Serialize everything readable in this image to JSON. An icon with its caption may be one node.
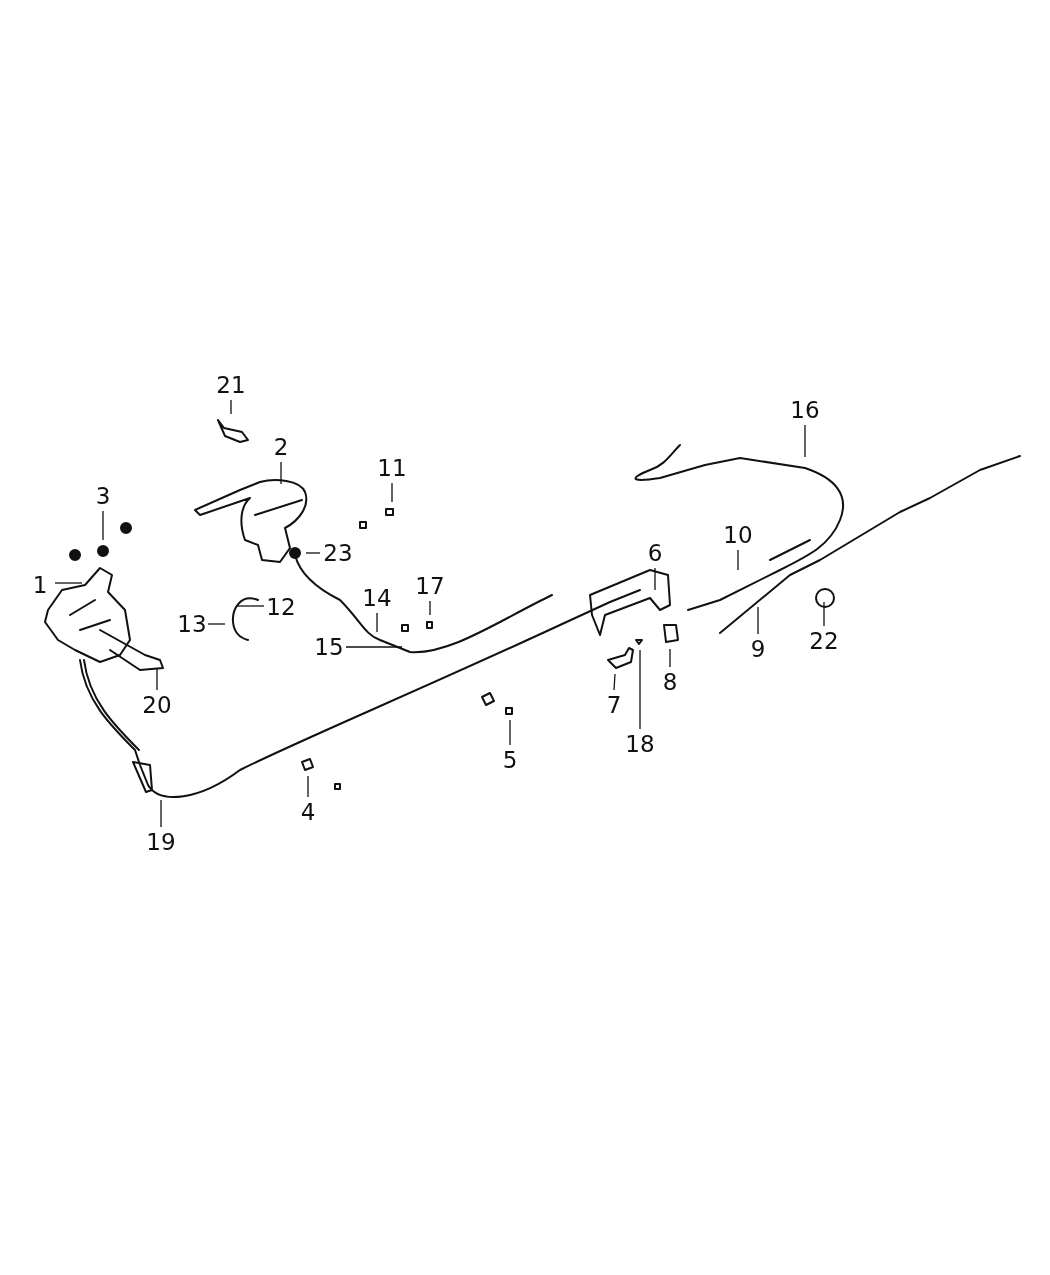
{
  "diagram": {
    "nodes": [
      {
        "text": [
          "21"
        ]
      },
      {
        "text": [
          "16"
        ]
      },
      {
        "text": [
          "2"
        ]
      },
      {
        "text": [
          "11"
        ]
      },
      {
        "text": [
          "3"
        ]
      },
      {
        "text": [
          "6"
        ]
      },
      {
        "text": [
          "10"
        ]
      },
      {
        "text": [
          "23"
        ]
      },
      {
        "text": [
          "1"
        ]
      },
      {
        "text": [
          "17"
        ]
      },
      {
        "text": [
          "14"
        ]
      },
      {
        "text": [
          "12"
        ]
      },
      {
        "text": [
          "13"
        ]
      },
      {
        "text": [
          "15"
        ]
      },
      {
        "text": [
          "9"
        ]
      },
      {
        "text": [
          "22"
        ]
      },
      {
        "text": [
          "20"
        ]
      },
      {
        "text": [
          "8"
        ]
      },
      {
        "text": [
          "7"
        ]
      },
      {
        "text": [
          "18"
        ]
      },
      {
        "text": [
          "5"
        ]
      },
      {
        "text": [
          "4"
        ]
      },
      {
        "text": [
          "19"
        ]
      }
    ],
    "edges": [
      {
        "from": 0,
        "to": null,
        "arrow": "none"
      },
      {
        "from": 1,
        "to": null,
        "arrow": "none"
      },
      {
        "from": 2,
        "to": null,
        "arrow": "none"
      },
      {
        "from": 3,
        "to": null,
        "arrow": "none"
      },
      {
        "from": 4,
        "to": null,
        "arrow": "none"
      },
      {
        "from": 5,
        "to": null,
        "arrow": "none"
      },
      {
        "from": 6,
        "to": null,
        "arrow": "none"
      },
      {
        "from": 7,
        "to": null,
        "arrow": "none"
      },
      {
        "from": 8,
        "to": null,
        "arrow": "none"
      },
      {
        "from": 9,
        "to": null,
        "arrow": "none"
      },
      {
        "from": 10,
        "to": null,
        "arrow": "none"
      },
      {
        "from": 11,
        "to": null,
        "arrow": "none"
      },
      {
        "from": 12,
        "to": null,
        "arrow": "none"
      },
      {
        "from": 13,
        "to": null,
        "arrow": "none"
      },
      {
        "from": 14,
        "to": null,
        "arrow": "none"
      },
      {
        "from": 15,
        "to": null,
        "arrow": "none"
      },
      {
        "from": 16,
        "to": null,
        "arrow": "none"
      },
      {
        "from": 17,
        "to": null,
        "arrow": "none"
      },
      {
        "from": 18,
        "to": null,
        "arrow": "none"
      },
      {
        "from": 19,
        "to": null,
        "arrow": "none"
      },
      {
        "from": 20,
        "to": null,
        "arrow": "none"
      },
      {
        "from": 21,
        "to": null,
        "arrow": "none"
      },
      {
        "from": 22,
        "to": null,
        "arrow": "none"
      }
    ]
  }
}
